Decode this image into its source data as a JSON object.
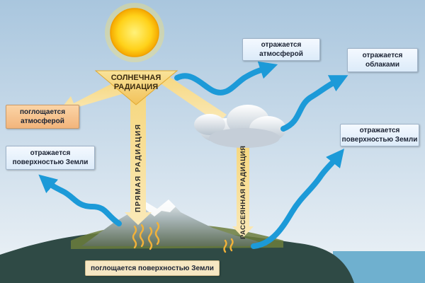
{
  "source": {
    "line1": "СОЛНЕЧНАЯ",
    "line2": "РАДИАЦИЯ"
  },
  "rays": {
    "direct": "ПРЯМАЯ РАДИАЦИЯ",
    "diffuse": "РАССЕЯННАЯ РАДИАЦИЯ"
  },
  "labels": {
    "reflected_atmosphere": {
      "line1": "отражается",
      "line2": "атмосферой"
    },
    "reflected_clouds": {
      "line1": "отражается",
      "line2": "облаками"
    },
    "absorbed_atmosphere": {
      "line1": "поглощается",
      "line2": "атмосферой"
    },
    "reflected_surface_left": {
      "line1": "отражается",
      "line2": "поверхностью Земли"
    },
    "reflected_surface_right": {
      "line1": "отражается",
      "line2": "поверхностью Земли"
    },
    "absorbed_surface": "поглощается поверхностью Земли"
  },
  "colors": {
    "sky_top": "#a9c6de",
    "sky_bottom": "#e8f0f6",
    "sun": "#ffd21a",
    "ray": "#f7d98a",
    "reflection_arrow": "#1c9ad8",
    "ground": "#2f4a45",
    "sea": "#6fb0cf",
    "absorbed_box": "#f2b57c"
  }
}
